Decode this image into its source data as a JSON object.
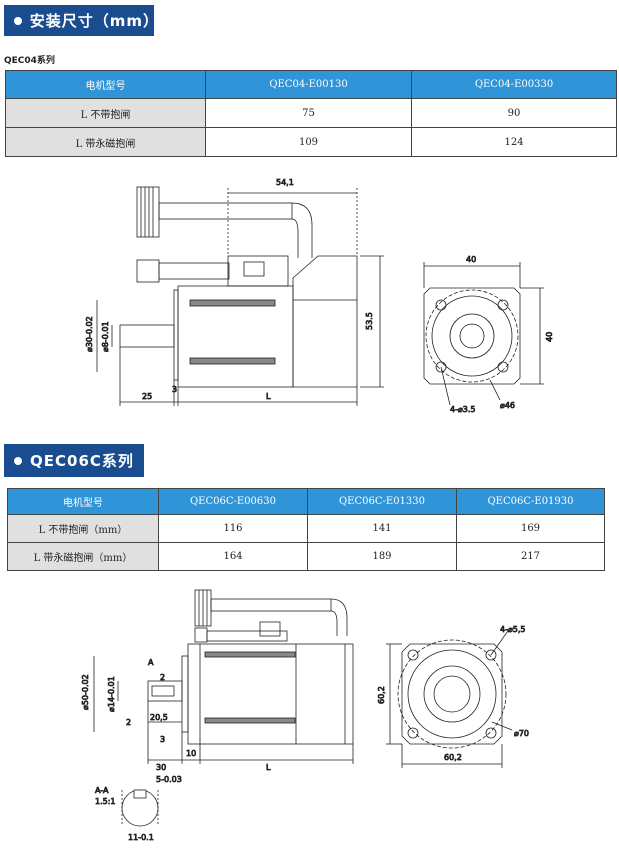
{
  "sections": [
    {
      "title": "安装尺寸（mm）",
      "series_label": "QEC04系列",
      "table": {
        "headers": [
          "电机型号",
          "QEC04-E00130",
          "QEC04-E00330"
        ],
        "rows": [
          [
            "L 不带抱闸",
            "75",
            "90"
          ],
          [
            "L 带永磁抱闸",
            "109",
            "124"
          ]
        ]
      },
      "dims": {
        "top": "54,1",
        "height": "53.5",
        "shaft_dia": "⌀30-0.02",
        "shaft_small": "⌀8-0.01",
        "step": "3",
        "shaft_len": "25",
        "length": "L",
        "flange_w": "40",
        "flange_h": "40",
        "holes": "4-⌀3.5",
        "pcd": "⌀46"
      }
    },
    {
      "title": "QEC06C系列",
      "table": {
        "headers": [
          "电机型号",
          "QEC06C-E00630",
          "QEC06C-E01330",
          "QEC06C-E01930"
        ],
        "rows": [
          [
            "L 不带抱闸（mm）",
            "116",
            "141",
            "169"
          ],
          [
            "L 带永磁抱闸（mm）",
            "164",
            "189",
            "217"
          ]
        ]
      },
      "dims": {
        "a_mark": "A",
        "two_top": "2",
        "shaft_dia": "⌀50-0.02",
        "shaft_small": "⌀14-0.01",
        "two_bot": "2",
        "key_len": "20,5",
        "three": "3",
        "ten": "10",
        "thirty": "30",
        "length": "L",
        "key_w": "5-0.03",
        "section": "A-A",
        "scale": "1.5:1",
        "key_h": "11-0.1",
        "holes": "4-⌀5,5",
        "flange_h": "60,2",
        "flange_w": "60,2",
        "pcd": "⌀70"
      }
    }
  ]
}
